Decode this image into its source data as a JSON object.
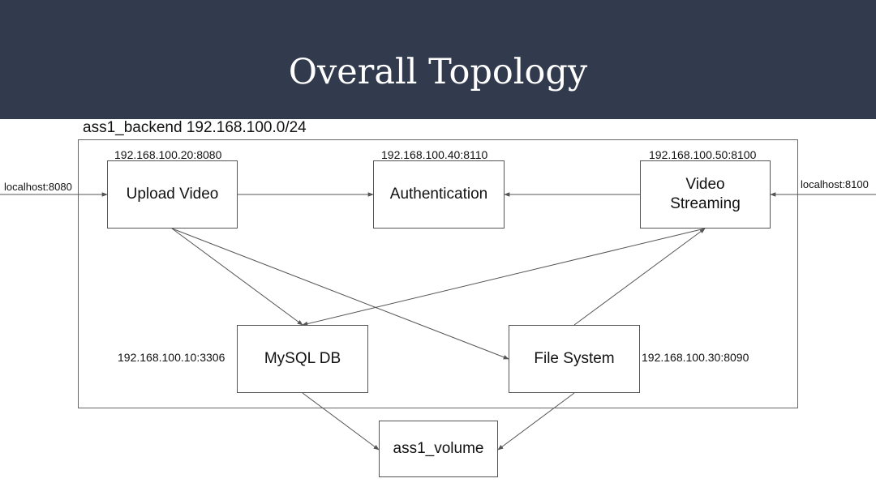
{
  "slide": {
    "title": "Overall Topology"
  },
  "network": {
    "label": "ass1_backend 192.168.100.0/24"
  },
  "nodes": {
    "upload_video": {
      "label": "Upload Video",
      "address": "192.168.100.20:8080"
    },
    "authentication": {
      "label": "Authentication",
      "address": "192.168.100.40:8110"
    },
    "video_streaming": {
      "label_line1": "Video",
      "label_line2": "Streaming",
      "address": "192.168.100.50:8100"
    },
    "mysql_db": {
      "label": "MySQL DB",
      "address": "192.168.100.10:3306"
    },
    "file_system": {
      "label": "File System",
      "address": "192.168.100.30:8090"
    },
    "volume": {
      "label": "ass1_volume"
    }
  },
  "external": {
    "left": "localhost:8080",
    "right": "localhost:8100"
  },
  "colors": {
    "header_bg": "#323a4d",
    "line": "#555555"
  }
}
